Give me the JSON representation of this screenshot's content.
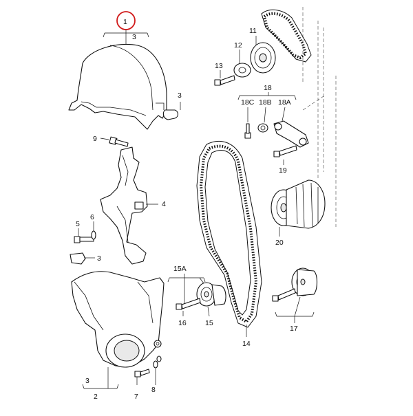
{
  "highlight_color": "#d11a1a",
  "labels": {
    "l1": "1",
    "l1_3": "3",
    "l3a": "3",
    "l9": "9",
    "l4": "4",
    "l6": "6",
    "l5": "5",
    "l3b": "3",
    "l3c": "3",
    "l2": "2",
    "l7": "7",
    "l8": "8",
    "l11": "11",
    "l12": "12",
    "l13": "13",
    "l18": "18",
    "l18c": "18C",
    "l18b": "18B",
    "l18a": "18A",
    "l19": "19",
    "l20": "20",
    "l15a": "15A",
    "l16": "16",
    "l15": "15",
    "l14": "14",
    "l17": "17"
  }
}
